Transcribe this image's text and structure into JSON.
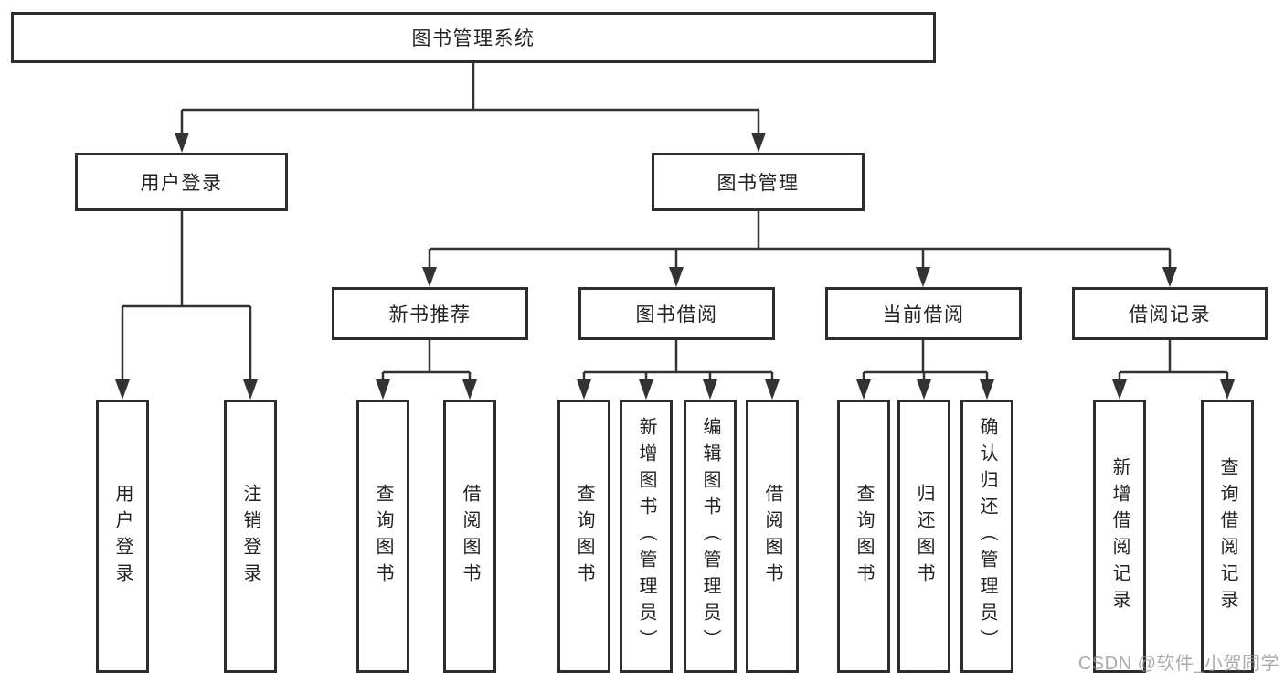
{
  "diagram": {
    "root": {
      "label": "图书管理系统"
    },
    "branches": [
      {
        "label": "用户登录",
        "leaves": [
          "用户登录",
          "注销登录"
        ]
      },
      {
        "label": "图书管理",
        "groups": [
          {
            "label": "新书推荐",
            "leaves": [
              "查询图书",
              "借阅图书"
            ]
          },
          {
            "label": "图书借阅",
            "leaves": [
              "查询图书",
              "新增图书（管理员）",
              "编辑图书（管理员）",
              "借阅图书"
            ]
          },
          {
            "label": "当前借阅",
            "leaves": [
              "查询图书",
              "归还图书",
              "确认归还（管理员）"
            ]
          },
          {
            "label": "借阅记录",
            "leaves": [
              "新增借阅记录",
              "查询借阅记录"
            ]
          }
        ]
      }
    ]
  },
  "watermark": {
    "text": "CSDN @软件_小贺同学"
  },
  "colors": {
    "line": "#333333",
    "box_border": "#2d2d2d",
    "text": "#222222",
    "background": "#ffffff",
    "watermark": "#969698"
  }
}
